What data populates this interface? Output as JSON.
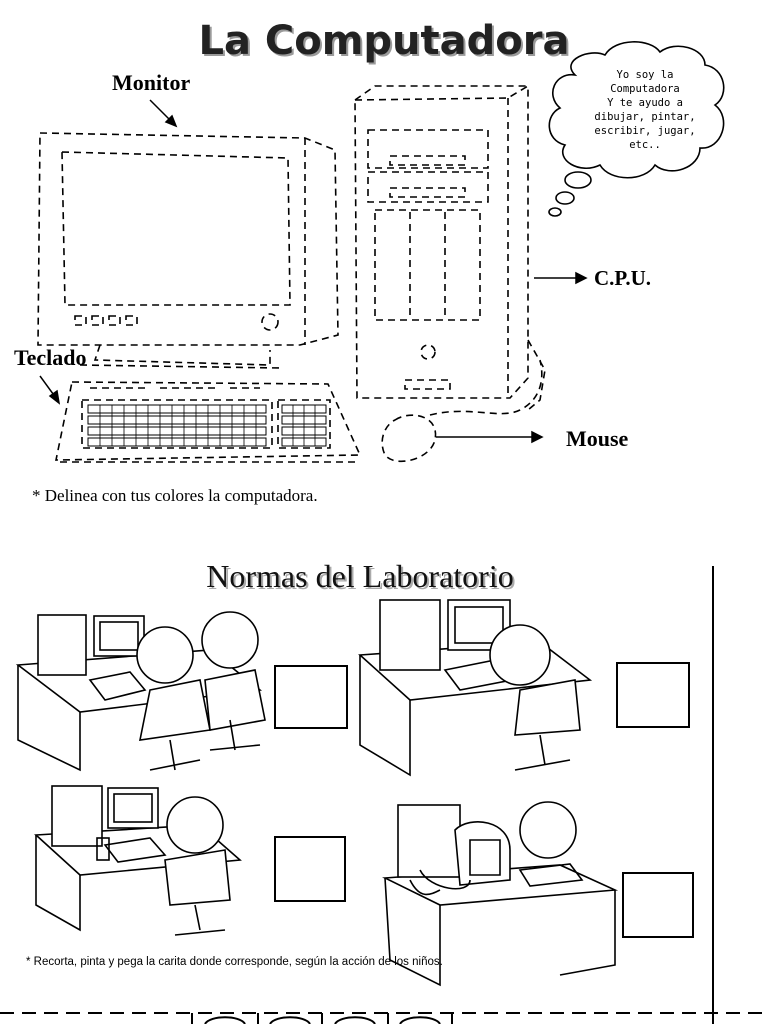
{
  "worksheet": {
    "title": "La Computadora",
    "labels": {
      "monitor": "Monitor",
      "teclado": "Teclado",
      "cpu": "C.P.U.",
      "mouse": "Mouse"
    },
    "thought_bubble": "Yo soy la\nComputadora\nY te ayudo a\ndibujar, pintar,\nescribir, jugar,\netc..",
    "instruction_color": "* Delinea con tus colores la computadora.",
    "section2_title": "Normas del Laboratorio",
    "instruction_cut": "* Recorta, pinta y pega la carita donde corresponde, según la acción de los niños."
  }
}
